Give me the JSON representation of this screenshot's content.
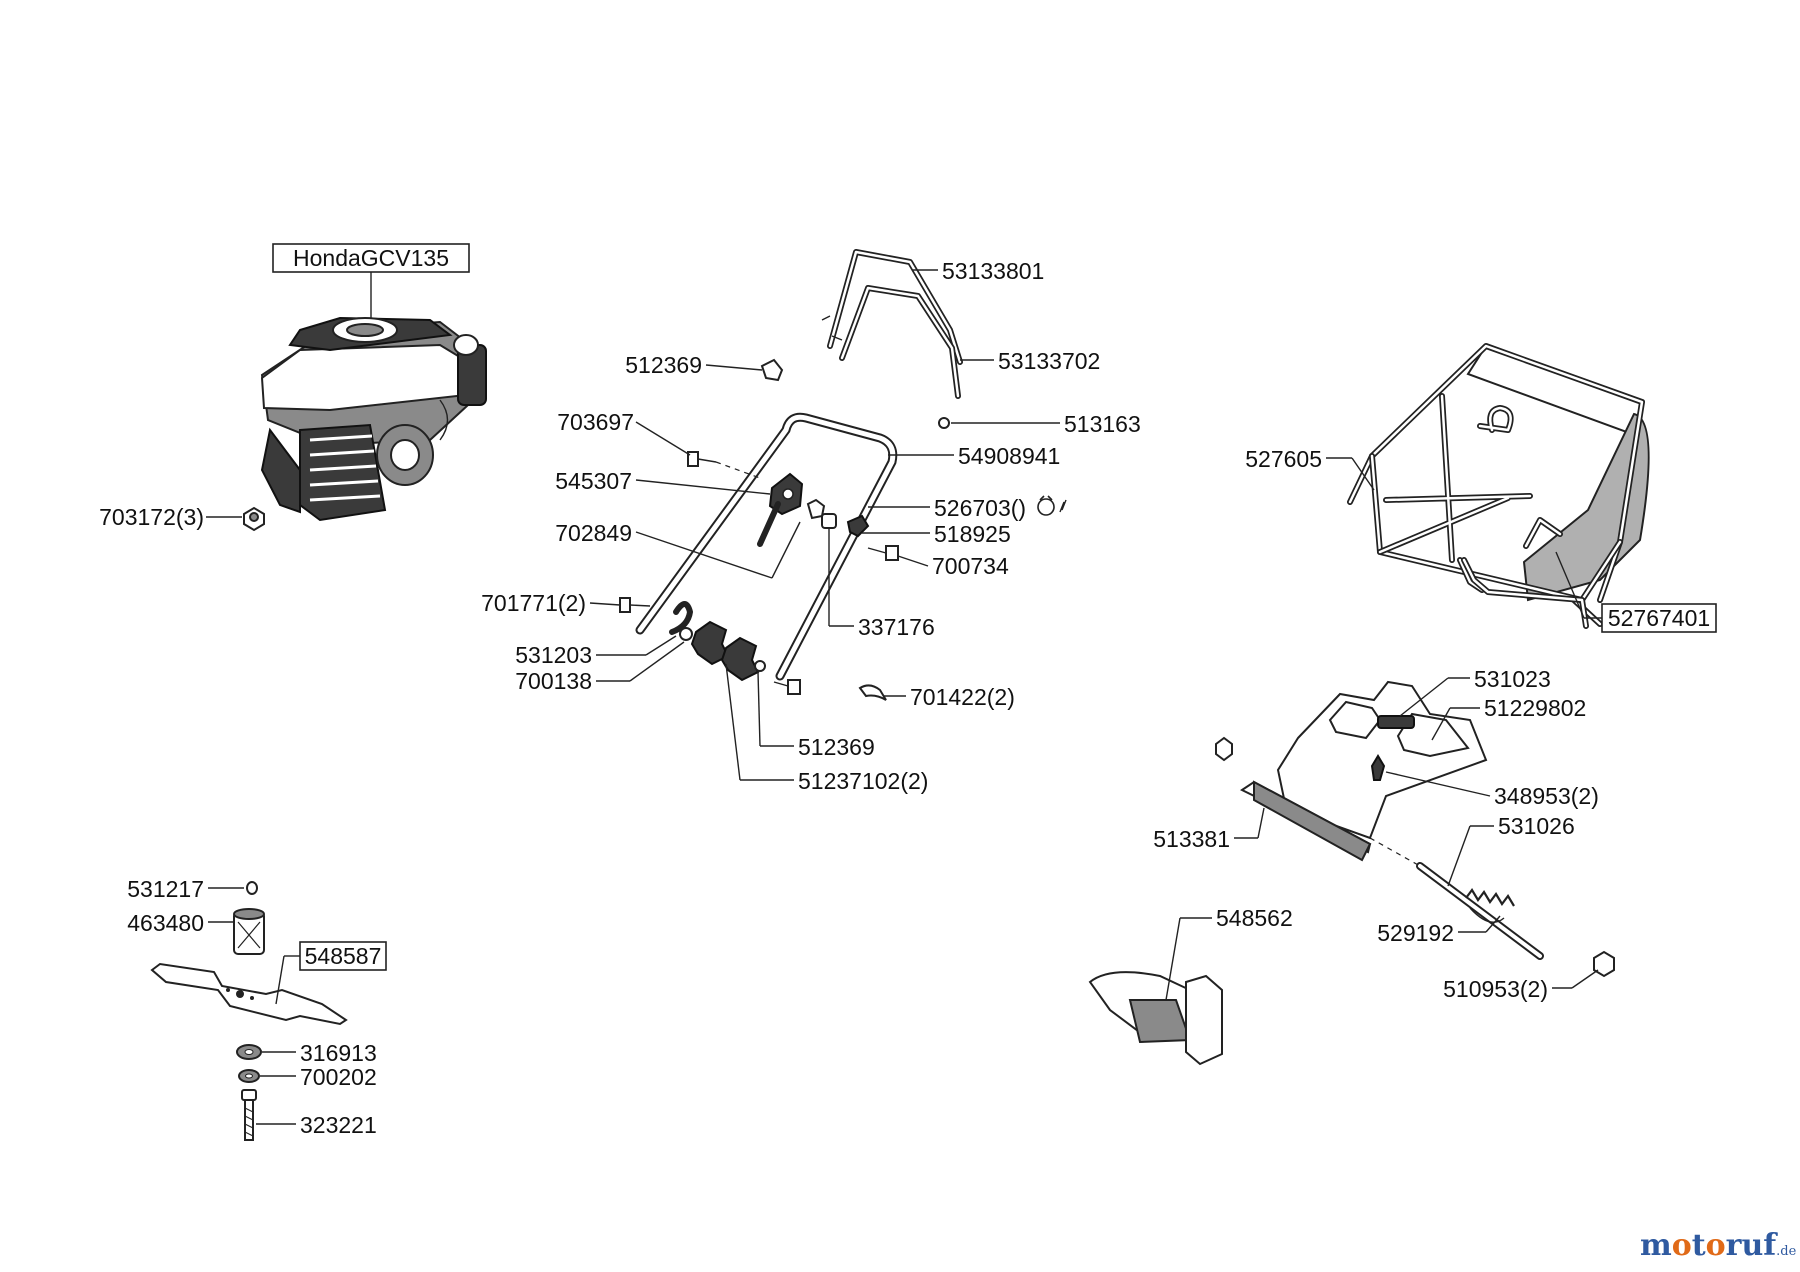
{
  "engine_box": "HondaGCV135",
  "parts": {
    "p703172": "703172(3)",
    "p53133801": "53133801",
    "p53133702": "53133702",
    "p512369a": "512369",
    "p513163": "513163",
    "p703697": "703697",
    "p54908941": "54908941",
    "p545307": "545307",
    "p526703": "526703()",
    "p702849": "702849",
    "p518925": "518925",
    "p700734": "700734",
    "p701771": "701771(2)",
    "p337176": "337176",
    "p531203": "531203",
    "p700138": "700138",
    "p701422": "701422(2)",
    "p512369b": "512369",
    "p51237102": "51237102(2)",
    "p527605": "527605",
    "p52767401": "52767401",
    "p531023": "531023",
    "p51229802": "51229802",
    "p348953": "348953(2)",
    "p513381": "513381",
    "p531026": "531026",
    "p548562": "548562",
    "p529192": "529192",
    "p510953": "510953(2)",
    "p531217": "531217",
    "p463480": "463480",
    "p548587": "548587",
    "p316913": "316913",
    "p700202": "700202",
    "p323221": "323221"
  },
  "brand": {
    "m1": "m",
    "o1": "o",
    "t": "t",
    "o2": "o",
    "ruf": "ruf",
    "tld": ".de"
  }
}
